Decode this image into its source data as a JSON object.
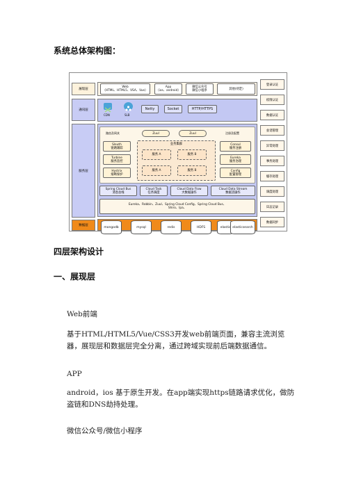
{
  "heading_arch": "系统总体架构图：",
  "diagram": {
    "layers": {
      "presentation": "展现层",
      "access": "通讯层",
      "service": "服务层",
      "data": "数据层"
    },
    "presentation_boxes": {
      "web": "Web",
      "web_sub": "（HTML、HTML5、VSA、Vue）",
      "app": "App",
      "app_sub": "（ios、android）",
      "wechat": "微信公众号",
      "wechat_sub": "微信小程序",
      "other": "其他(待定)"
    },
    "access_boxes": {
      "cdn": "CDN",
      "slb": "SLB",
      "netty": "Netty",
      "socket": "Socket",
      "http": "HTTP/HTTPS"
    },
    "service": {
      "gateway_left": "路由及网关",
      "zuul1": "Zuul",
      "zuul2": "Zuul",
      "gateway_right": "注册及配置",
      "sleuth": "Sleuth",
      "sleuth_sub": "链路跟踪",
      "turbine": "Turbine",
      "turbine_sub": "服务监控",
      "hystrix": "Hystrix",
      "hystrix_sub": "熔断保护",
      "business": "业务集群",
      "svc_a1": "服务 A",
      "svc_b1": "服务 B",
      "svc_a2": "服务 A",
      "svc_b2": "服务 B",
      "consul": "Consul",
      "consul_sub": "服务注册",
      "eureka": "Eureka",
      "eureka_sub": "服务治理",
      "config": "Config",
      "config_sub": "配置管理",
      "bus": "Spring Cloud Bus",
      "bus_sub": "消息总线",
      "task": "Cloud Task",
      "task_sub": "任务调度",
      "flow": "Cloud Data Flow",
      "flow_sub": "大数据操作",
      "stream": "Cloud Data Stream",
      "stream_sub": "数据流操作",
      "stack": "Eureka、Robbin、Zuul、Spring Cloud Config、Spring Cloud Bus、",
      "stack2": "Shiro、Ipa、"
    },
    "data_stores": [
      "mongodb",
      "mysql",
      "redis",
      "HDFS",
      "elastic",
      "elasticsearch"
    ],
    "side_items": [
      "登录认证",
      "权限认证",
      "数据认证",
      "会话管理",
      "异常处理",
      "事务处理",
      "缓存处理",
      "调度处理",
      "日志记录",
      "数据同步"
    ]
  },
  "heading_four": "四层架构设计",
  "heading_one": "一、展现层",
  "web_title": "Web前端",
  "web_desc": "基于HTML/HTML5/Vue/CSS3开发web前端页面，兼容主流浏览器，展现层和数据层完全分离，通过跨域实现前后端数据通信。",
  "app_title": "APP",
  "app_desc": "android，ios 基于原生开发。在app端实现https链路请求优化，做防盗链和DNS劫持处理。",
  "wechat_title": "微信公众号/微信小程序"
}
